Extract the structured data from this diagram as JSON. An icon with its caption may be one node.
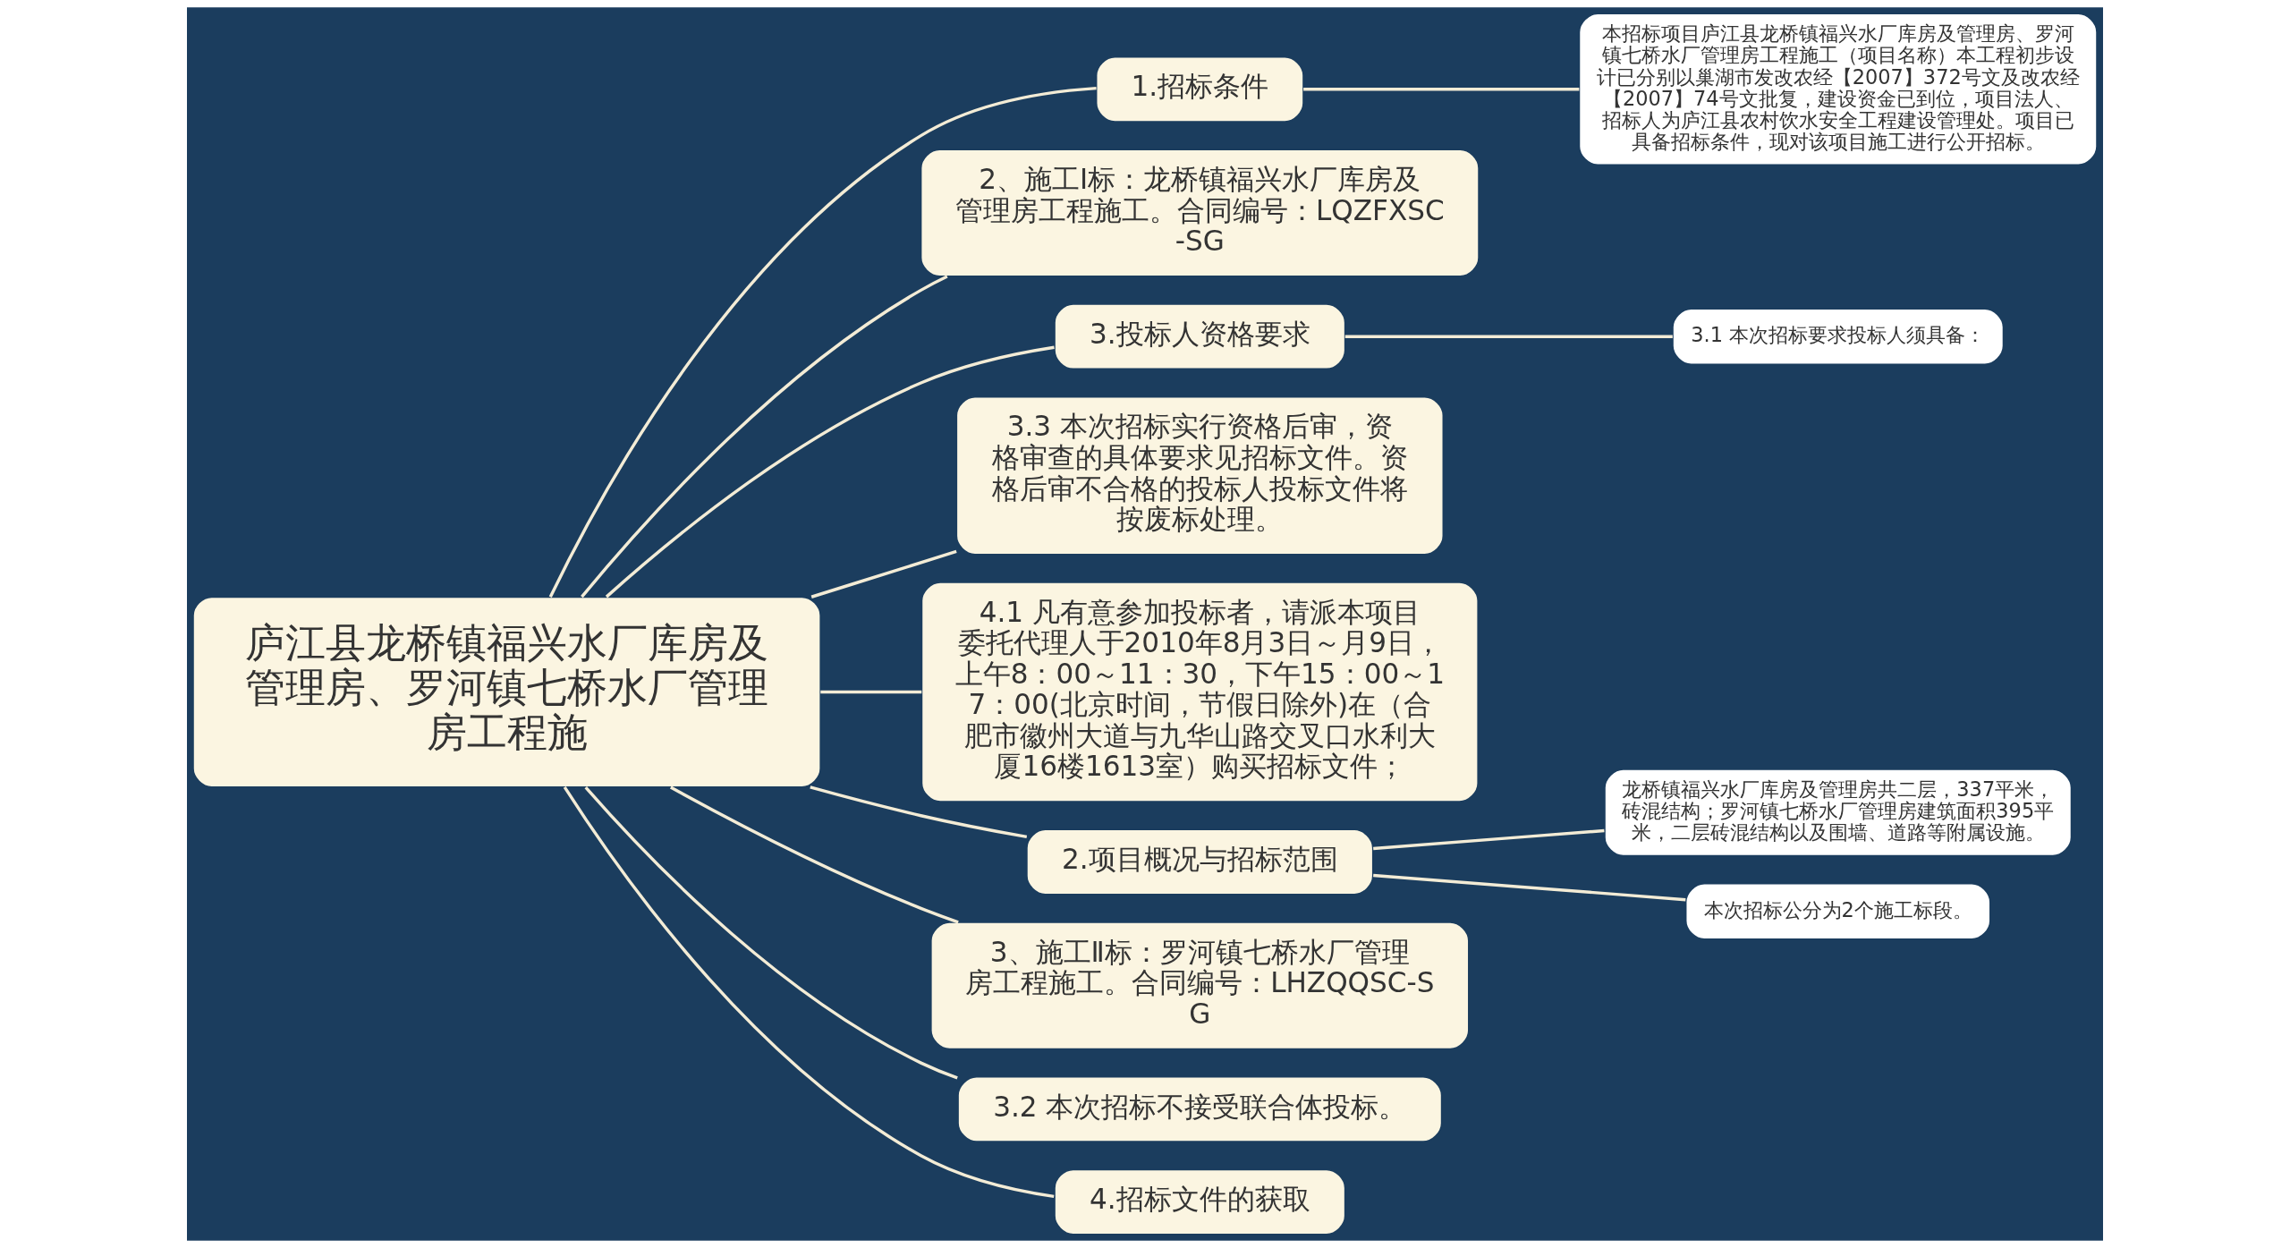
{
  "diagram": {
    "nodes": [
      {
        "text": [
          "庐江县龙桥镇福兴水厂库房及管理房、罗河镇七桥水厂管理房工程施"
        ]
      },
      {
        "text": [
          "1.招标条件"
        ]
      },
      {
        "text": [
          "本招标项目庐江县龙桥镇福兴水厂库房及管理房、罗河镇七桥水厂管理房工程施工（项目名称）本工程初步设计已分别以巢湖市发改农经【2007】372号文及改农经【2007】74号文批复，建设资金已到位，项目法人、招标人为庐江县农村饮水安全工程建设管理处。项目已具备招标条件，现对该项目施工进行公开招标。"
        ]
      },
      {
        "text": [
          "2、施工Ⅰ标：龙桥镇福兴水厂库房及管理房工程施工。合同编号：LQZFXSC-SG"
        ]
      },
      {
        "text": [
          "3.投标人资格要求"
        ]
      },
      {
        "text": [
          "3.1 本次招标要求投标人须具备："
        ]
      },
      {
        "text": [
          "3.3 本次招标实行资格后审，资格审查的具体要求见招标文件。资格后审不合格的投标人投标文件将按废标处理。"
        ]
      },
      {
        "text": [
          "4.1 凡有意参加投标者，请派本项目委托代理人于2010年8月3日～月9日，上午8：00～11：30，下午15：00～17：00(北京时间，节假日除外)在（合肥市徽州大道与九华山路交叉口水利大厦16楼1613室）购买招标文件；"
        ]
      },
      {
        "text": [
          "2.项目概况与招标范围"
        ]
      },
      {
        "text": [
          "龙桥镇福兴水厂库房及管理房共二层，337平米，砖混结构；罗河镇七桥水厂管理房建筑面积395平米，二层砖混结构以及围墙、道路等附属设施。"
        ]
      },
      {
        "text": [
          "本次招标公分为2个施工标段。"
        ]
      },
      {
        "text": [
          "3、施工Ⅱ标：罗河镇七桥水厂管理房工程施工。合同编号：LHZQQSC-SG"
        ]
      },
      {
        "text": [
          "3.2 本次招标不接受联合体投标。"
        ]
      },
      {
        "text": [
          "4.招标文件的获取"
        ]
      }
    ],
    "edges": [
      {
        "from": 0,
        "to": 1,
        "arrow": "none"
      },
      {
        "from": 1,
        "to": 2,
        "arrow": "none"
      },
      {
        "from": 0,
        "to": 3,
        "arrow": "none"
      },
      {
        "from": 0,
        "to": 4,
        "arrow": "none"
      },
      {
        "from": 4,
        "to": 5,
        "arrow": "none"
      },
      {
        "from": 0,
        "to": 6,
        "arrow": "none"
      },
      {
        "from": 0,
        "to": 7,
        "arrow": "none"
      },
      {
        "from": 0,
        "to": 8,
        "arrow": "none"
      },
      {
        "from": 8,
        "to": 9,
        "arrow": "none"
      },
      {
        "from": 8,
        "to": 10,
        "arrow": "none"
      },
      {
        "from": 0,
        "to": 11,
        "arrow": "none"
      },
      {
        "from": 0,
        "to": 12,
        "arrow": "none"
      },
      {
        "from": 0,
        "to": 13,
        "arrow": "none"
      }
    ]
  }
}
